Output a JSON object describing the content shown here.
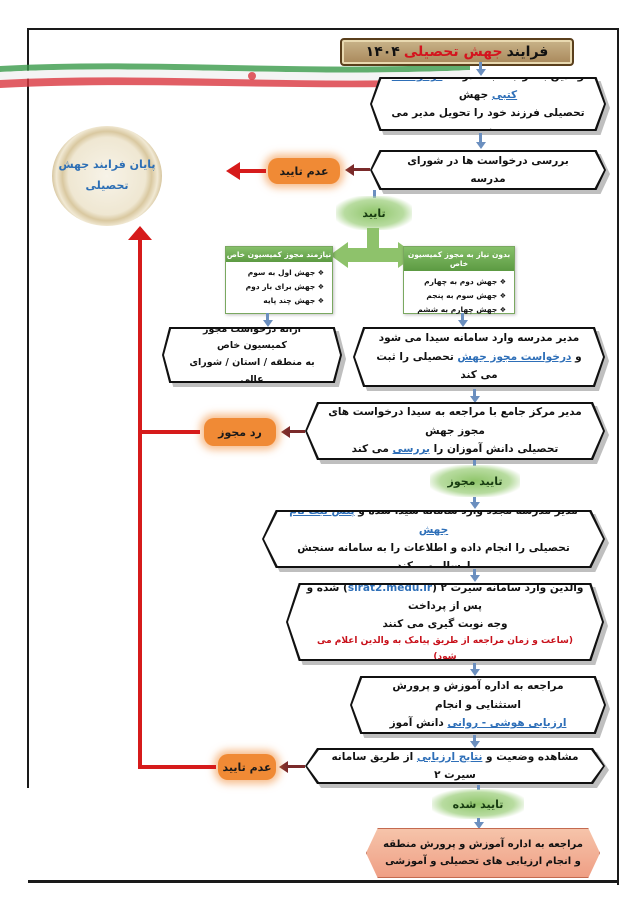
{
  "title": {
    "prefix": "فرایند",
    "highlight": "جهش تحصیلی",
    "year": "۱۴۰۴"
  },
  "end_badge": {
    "line1": "پایان فرایند جهش",
    "line2": "تحصیلی"
  },
  "step1": {
    "pre": "والدین با مراجعه به مدرسه",
    "link": "درخواست کتبی",
    "post": "جهش",
    "line2": "تحصیلی فرزند خود را تحویل مدیر می دهند."
  },
  "step2": {
    "text": "بررسی درخواست ها در شورای مدرسه"
  },
  "reject1": {
    "label": "عدم تایید"
  },
  "approve1": {
    "label": "تایید"
  },
  "cond_no_permit": {
    "header": "بدون نیاز به مجوز کمیسیون خاص",
    "items": [
      "جهش دوم به چهارم",
      "جهش سوم به پنجم",
      "جهش چهارم به ششم"
    ]
  },
  "cond_permit": {
    "header": "نیازمند مجوز کمیسیون خاص",
    "items": [
      "جهش اول به سوم",
      "جهش برای بار دوم",
      "جهش چند پایه"
    ]
  },
  "step3": {
    "line1": "مدیر مدرسه وارد سامانه سیدا می شود",
    "pre": "و",
    "link": "درخواست مجوز جهش",
    "post": "تحصیلی را ثبت می کند"
  },
  "side_commission": {
    "line1": "ارائه درخواست مجوز کمیسیون خاص",
    "line2": "به منطقه / استان / شورای عالی"
  },
  "step4": {
    "line1": "مدیر مرکز جامع با مراجعه به سیدا درخواست های مجوز جهش",
    "pre": "تحصیلی دانش آموزان را",
    "link": "بررسی",
    "post": "می کند"
  },
  "reject2": {
    "label": "رد مجوز"
  },
  "approve2": {
    "label": "تایید مجوز"
  },
  "step5": {
    "pre": "مدیر مدرسه مجدد وارد سامانه سیدا شده و",
    "link": "پیش ثبت نام جهش",
    "line2": "تحصیلی را انجام داده و اطلاعات را به سامانه سنجش ارسال می کند"
  },
  "step6": {
    "pre": "والدین وارد سامانه سیرت ۲ (",
    "url": "sirat2.medu.ir",
    "post": ") شده و پس از پرداخت",
    "line2": "وجه نوبت گیری می کنند",
    "note": "(ساعت و زمان مراجعه از طریق پیامک به والدین اعلام می شود)"
  },
  "step7": {
    "line1": "مراجعه به اداره آموزش و پرورش استثنایی و انجام",
    "link": "ارزیابی هوشی - روانی",
    "post": "دانش آموز"
  },
  "step8": {
    "pre": "مشاهده وضعیت و",
    "link": "نتایج ارزیابی",
    "post": "از طریق سامانه سیرت ۲"
  },
  "reject3": {
    "label": "عدم تایید"
  },
  "approve3": {
    "label": "تایید شده"
  },
  "final": {
    "line1": "مراجعه به اداره آموزش و پرورش منطقه",
    "line2": "و انجام ارزیابی های تحصیلی و آموزشی"
  }
}
